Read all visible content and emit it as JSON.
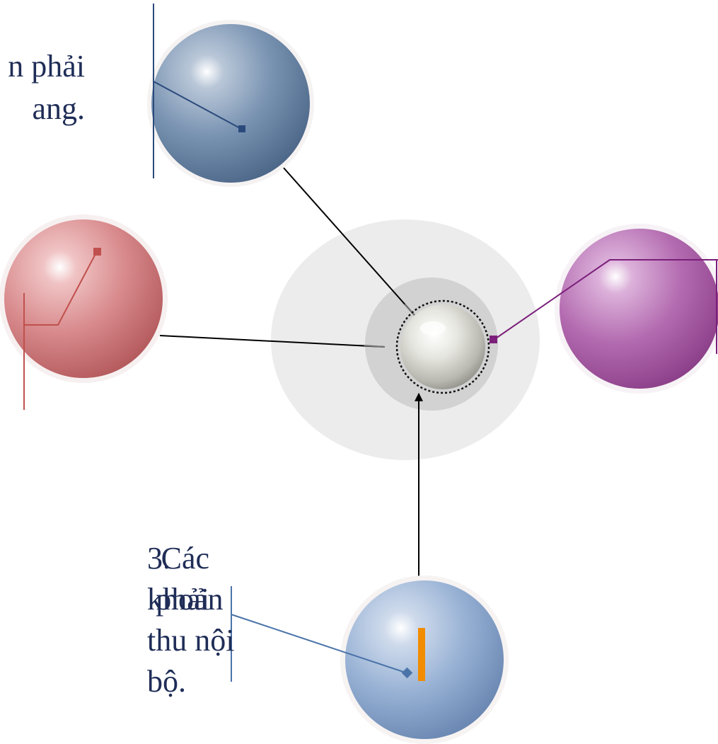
{
  "diagram": {
    "colors": {
      "navy_text": "#1f2d57",
      "sphere_blue_dark": "#6d88a8",
      "sphere_red": "#d67f82",
      "sphere_purple": "#b063ad",
      "sphere_blue_light": "#8fa9ce",
      "center_halo": "#ececec",
      "center_ring": "#d0d0d0",
      "orange_marker": "#f28c00"
    },
    "labels": {
      "top_left": {
        "line1": "n phải",
        "line2": "ang."
      },
      "item_3": {
        "word1": "3.",
        "word2": "Các",
        "word3": "khoản",
        "word4": "phải",
        "line3": "thu nội bộ."
      }
    }
  }
}
